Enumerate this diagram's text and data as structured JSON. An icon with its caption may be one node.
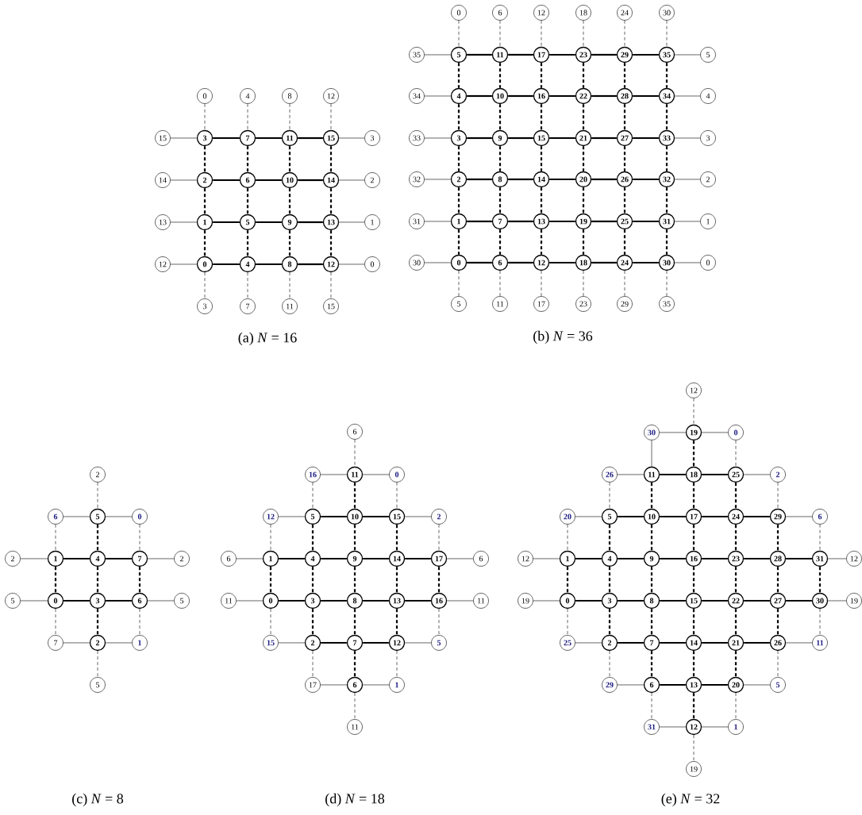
{
  "diagram": {
    "nodes": [
      {
        "text": [
          "0"
        ]
      },
      {
        "text": [
          "4"
        ]
      },
      {
        "text": [
          "8"
        ]
      },
      {
        "text": [
          "12"
        ]
      },
      {
        "text": [
          "15"
        ]
      },
      {
        "text": [
          "3"
        ]
      },
      {
        "text": [
          "7"
        ]
      },
      {
        "text": [
          "11"
        ]
      },
      {
        "text": [
          "15"
        ]
      },
      {
        "text": [
          "3"
        ]
      },
      {
        "text": [
          "14"
        ]
      },
      {
        "text": [
          "2"
        ]
      },
      {
        "text": [
          "6"
        ]
      },
      {
        "text": [
          "10"
        ]
      },
      {
        "text": [
          "14"
        ]
      },
      {
        "text": [
          "2"
        ]
      },
      {
        "text": [
          "13"
        ]
      },
      {
        "text": [
          "1"
        ]
      },
      {
        "text": [
          "5"
        ]
      },
      {
        "text": [
          "9"
        ]
      },
      {
        "text": [
          "13"
        ]
      },
      {
        "text": [
          "1"
        ]
      },
      {
        "text": [
          "12"
        ]
      },
      {
        "text": [
          "0"
        ]
      },
      {
        "text": [
          "4"
        ]
      },
      {
        "text": [
          "8"
        ]
      },
      {
        "text": [
          "12"
        ]
      },
      {
        "text": [
          "0"
        ]
      },
      {
        "text": [
          "3"
        ]
      },
      {
        "text": [
          "7"
        ]
      },
      {
        "text": [
          "11"
        ]
      },
      {
        "text": [
          "15"
        ]
      },
      {
        "text": [
          "0"
        ]
      },
      {
        "text": [
          "6"
        ]
      },
      {
        "text": [
          "12"
        ]
      },
      {
        "text": [
          "18"
        ]
      },
      {
        "text": [
          "24"
        ]
      },
      {
        "text": [
          "30"
        ]
      },
      {
        "text": [
          "35"
        ]
      },
      {
        "text": [
          "5"
        ]
      },
      {
        "text": [
          "11"
        ]
      },
      {
        "text": [
          "17"
        ]
      },
      {
        "text": [
          "23"
        ]
      },
      {
        "text": [
          "29"
        ]
      },
      {
        "text": [
          "35"
        ]
      },
      {
        "text": [
          "5"
        ]
      },
      {
        "text": [
          "34"
        ]
      },
      {
        "text": [
          "4"
        ]
      },
      {
        "text": [
          "10"
        ]
      },
      {
        "text": [
          "16"
        ]
      },
      {
        "text": [
          "22"
        ]
      },
      {
        "text": [
          "28"
        ]
      },
      {
        "text": [
          "34"
        ]
      },
      {
        "text": [
          "4"
        ]
      },
      {
        "text": [
          "33"
        ]
      },
      {
        "text": [
          "3"
        ]
      },
      {
        "text": [
          "9"
        ]
      },
      {
        "text": [
          "15"
        ]
      },
      {
        "text": [
          "21"
        ]
      },
      {
        "text": [
          "27"
        ]
      },
      {
        "text": [
          "33"
        ]
      },
      {
        "text": [
          "3"
        ]
      },
      {
        "text": [
          "32"
        ]
      },
      {
        "text": [
          "2"
        ]
      },
      {
        "text": [
          "8"
        ]
      },
      {
        "text": [
          "14"
        ]
      },
      {
        "text": [
          "20"
        ]
      },
      {
        "text": [
          "26"
        ]
      },
      {
        "text": [
          "32"
        ]
      },
      {
        "text": [
          "2"
        ]
      },
      {
        "text": [
          "31"
        ]
      },
      {
        "text": [
          "1"
        ]
      },
      {
        "text": [
          "7"
        ]
      },
      {
        "text": [
          "13"
        ]
      },
      {
        "text": [
          "19"
        ]
      },
      {
        "text": [
          "25"
        ]
      },
      {
        "text": [
          "31"
        ]
      },
      {
        "text": [
          "1"
        ]
      },
      {
        "text": [
          "30"
        ]
      },
      {
        "text": [
          "0"
        ]
      },
      {
        "text": [
          "6"
        ]
      },
      {
        "text": [
          "12"
        ]
      },
      {
        "text": [
          "18"
        ]
      },
      {
        "text": [
          "24"
        ]
      },
      {
        "text": [
          "30"
        ]
      },
      {
        "text": [
          "0"
        ]
      },
      {
        "text": [
          "5"
        ]
      },
      {
        "text": [
          "11"
        ]
      },
      {
        "text": [
          "17"
        ]
      },
      {
        "text": [
          "23"
        ]
      },
      {
        "text": [
          "29"
        ]
      },
      {
        "text": [
          "35"
        ]
      },
      {
        "text": [
          "2"
        ]
      },
      {
        "text": [
          "6"
        ]
      },
      {
        "text": [
          "5"
        ]
      },
      {
        "text": [
          "0"
        ]
      },
      {
        "text": [
          "2"
        ]
      },
      {
        "text": [
          "1"
        ]
      },
      {
        "text": [
          "4"
        ]
      },
      {
        "text": [
          "7"
        ]
      },
      {
        "text": [
          "2"
        ]
      },
      {
        "text": [
          "5"
        ]
      },
      {
        "text": [
          "0"
        ]
      },
      {
        "text": [
          "3"
        ]
      },
      {
        "text": [
          "6"
        ]
      },
      {
        "text": [
          "5"
        ]
      },
      {
        "text": [
          "7"
        ]
      },
      {
        "text": [
          "2"
        ]
      },
      {
        "text": [
          "1"
        ]
      },
      {
        "text": [
          "5"
        ]
      },
      {
        "text": [
          "6"
        ]
      },
      {
        "text": [
          "16"
        ]
      },
      {
        "text": [
          "11"
        ]
      },
      {
        "text": [
          "0"
        ]
      },
      {
        "text": [
          "12"
        ]
      },
      {
        "text": [
          "5"
        ]
      },
      {
        "text": [
          "10"
        ]
      },
      {
        "text": [
          "15"
        ]
      },
      {
        "text": [
          "2"
        ]
      },
      {
        "text": [
          "6"
        ]
      },
      {
        "text": [
          "1"
        ]
      },
      {
        "text": [
          "4"
        ]
      },
      {
        "text": [
          "9"
        ]
      },
      {
        "text": [
          "14"
        ]
      },
      {
        "text": [
          "17"
        ]
      },
      {
        "text": [
          "6"
        ]
      },
      {
        "text": [
          "11"
        ]
      },
      {
        "text": [
          "0"
        ]
      },
      {
        "text": [
          "3"
        ]
      },
      {
        "text": [
          "8"
        ]
      },
      {
        "text": [
          "13"
        ]
      },
      {
        "text": [
          "16"
        ]
      },
      {
        "text": [
          "11"
        ]
      },
      {
        "text": [
          "15"
        ]
      },
      {
        "text": [
          "2"
        ]
      },
      {
        "text": [
          "7"
        ]
      },
      {
        "text": [
          "12"
        ]
      },
      {
        "text": [
          "5"
        ]
      },
      {
        "text": [
          "17"
        ]
      },
      {
        "text": [
          "6"
        ]
      },
      {
        "text": [
          "1"
        ]
      },
      {
        "text": [
          "11"
        ]
      },
      {
        "text": [
          "12"
        ]
      },
      {
        "text": [
          "30"
        ]
      },
      {
        "text": [
          "19"
        ]
      },
      {
        "text": [
          "0"
        ]
      },
      {
        "text": [
          "26"
        ]
      },
      {
        "text": [
          "11"
        ]
      },
      {
        "text": [
          "18"
        ]
      },
      {
        "text": [
          "25"
        ]
      },
      {
        "text": [
          "2"
        ]
      },
      {
        "text": [
          "20"
        ]
      },
      {
        "text": [
          "5"
        ]
      },
      {
        "text": [
          "10"
        ]
      },
      {
        "text": [
          "17"
        ]
      },
      {
        "text": [
          "24"
        ]
      },
      {
        "text": [
          "29"
        ]
      },
      {
        "text": [
          "6"
        ]
      },
      {
        "text": [
          "12"
        ]
      },
      {
        "text": [
          "1"
        ]
      },
      {
        "text": [
          "4"
        ]
      },
      {
        "text": [
          "9"
        ]
      },
      {
        "text": [
          "16"
        ]
      },
      {
        "text": [
          "23"
        ]
      },
      {
        "text": [
          "28"
        ]
      },
      {
        "text": [
          "31"
        ]
      },
      {
        "text": [
          "12"
        ]
      },
      {
        "text": [
          "19"
        ]
      },
      {
        "text": [
          "0"
        ]
      },
      {
        "text": [
          "3"
        ]
      },
      {
        "text": [
          "8"
        ]
      },
      {
        "text": [
          "15"
        ]
      },
      {
        "text": [
          "22"
        ]
      },
      {
        "text": [
          "27"
        ]
      },
      {
        "text": [
          "30"
        ]
      },
      {
        "text": [
          "19"
        ]
      },
      {
        "text": [
          "25"
        ]
      },
      {
        "text": [
          "2"
        ]
      },
      {
        "text": [
          "7"
        ]
      },
      {
        "text": [
          "14"
        ]
      },
      {
        "text": [
          "21"
        ]
      },
      {
        "text": [
          "26"
        ]
      },
      {
        "text": [
          "11"
        ]
      },
      {
        "text": [
          "29"
        ]
      },
      {
        "text": [
          "6"
        ]
      },
      {
        "text": [
          "13"
        ]
      },
      {
        "text": [
          "20"
        ]
      },
      {
        "text": [
          "5"
        ]
      },
      {
        "text": [
          "31"
        ]
      },
      {
        "text": [
          "12"
        ]
      },
      {
        "text": [
          "1"
        ]
      },
      {
        "text": [
          "19"
        ]
      }
    ],
    "edges": [
      {
        "from": 4,
        "to": 5,
        "arrow": "none"
      },
      {
        "from": 5,
        "to": 6,
        "arrow": "none"
      },
      {
        "from": 6,
        "to": 7,
        "arrow": "none"
      },
      {
        "from": 7,
        "to": 8,
        "arrow": "none"
      },
      {
        "from": 8,
        "to": 9,
        "arrow": "none"
      },
      {
        "from": 10,
        "to": 11,
        "arrow": "none"
      },
      {
        "from": 11,
        "to": 12,
        "arrow": "none"
      },
      {
        "from": 12,
        "to": 13,
        "arrow": "none"
      },
      {
        "from": 13,
        "to": 14,
        "arrow": "none"
      },
      {
        "from": 14,
        "to": 15,
        "arrow": "none"
      },
      {
        "from": 16,
        "to": 17,
        "arrow": "none"
      },
      {
        "from": 17,
        "to": 18,
        "arrow": "none"
      },
      {
        "from": 18,
        "to": 19,
        "arrow": "none"
      },
      {
        "from": 19,
        "to": 20,
        "arrow": "none"
      },
      {
        "from": 20,
        "to": 21,
        "arrow": "none"
      },
      {
        "from": 22,
        "to": 23,
        "arrow": "none"
      },
      {
        "from": 23,
        "to": 24,
        "arrow": "none"
      },
      {
        "from": 24,
        "to": 25,
        "arrow": "none"
      },
      {
        "from": 25,
        "to": 26,
        "arrow": "none"
      },
      {
        "from": 26,
        "to": 27,
        "arrow": "none"
      },
      {
        "from": 0,
        "to": 5,
        "arrow": "none",
        "style": "dashed"
      },
      {
        "from": 1,
        "to": 6,
        "arrow": "none",
        "style": "dashed"
      },
      {
        "from": 2,
        "to": 7,
        "arrow": "none",
        "style": "dashed"
      },
      {
        "from": 3,
        "to": 8,
        "arrow": "none",
        "style": "dashed"
      },
      {
        "from": 5,
        "to": 11,
        "arrow": "none",
        "style": "dashed"
      },
      {
        "from": 6,
        "to": 12,
        "arrow": "none",
        "style": "dashed"
      },
      {
        "from": 7,
        "to": 13,
        "arrow": "none",
        "style": "dashed"
      },
      {
        "from": 8,
        "to": 14,
        "arrow": "none",
        "style": "dashed"
      },
      {
        "from": 11,
        "to": 17,
        "arrow": "none",
        "style": "dashed"
      },
      {
        "from": 12,
        "to": 18,
        "arrow": "none",
        "style": "dashed"
      },
      {
        "from": 13,
        "to": 19,
        "arrow": "none",
        "style": "dashed"
      },
      {
        "from": 14,
        "to": 20,
        "arrow": "none",
        "style": "dashed"
      },
      {
        "from": 17,
        "to": 23,
        "arrow": "none",
        "style": "dashed"
      },
      {
        "from": 18,
        "to": 24,
        "arrow": "none",
        "style": "dashed"
      },
      {
        "from": 19,
        "to": 25,
        "arrow": "none",
        "style": "dashed"
      },
      {
        "from": 20,
        "to": 26,
        "arrow": "none",
        "style": "dashed"
      },
      {
        "from": 23,
        "to": 28,
        "arrow": "none",
        "style": "dashed"
      },
      {
        "from": 24,
        "to": 29,
        "arrow": "none",
        "style": "dashed"
      },
      {
        "from": 25,
        "to": 30,
        "arrow": "none",
        "style": "dashed"
      },
      {
        "from": 26,
        "to": 31,
        "arrow": "none",
        "style": "dashed"
      },
      {
        "from": 38,
        "to": 39,
        "arrow": "none"
      },
      {
        "from": 39,
        "to": 40,
        "arrow": "none"
      },
      {
        "from": 40,
        "to": 41,
        "arrow": "none"
      },
      {
        "from": 41,
        "to": 42,
        "arrow": "none"
      },
      {
        "from": 42,
        "to": 43,
        "arrow": "none"
      },
      {
        "from": 43,
        "to": 44,
        "arrow": "none"
      },
      {
        "from": 44,
        "to": 45,
        "arrow": "none"
      },
      {
        "from": 46,
        "to": 47,
        "arrow": "none"
      },
      {
        "from": 47,
        "to": 48,
        "arrow": "none"
      },
      {
        "from": 48,
        "to": 49,
        "arrow": "none"
      },
      {
        "from": 49,
        "to": 50,
        "arrow": "none"
      },
      {
        "from": 50,
        "to": 51,
        "arrow": "none"
      },
      {
        "from": 51,
        "to": 52,
        "arrow": "none"
      },
      {
        "from": 52,
        "to": 53,
        "arrow": "none"
      },
      {
        "from": 54,
        "to": 55,
        "arrow": "none"
      },
      {
        "from": 55,
        "to": 56,
        "arrow": "none"
      },
      {
        "from": 56,
        "to": 57,
        "arrow": "none"
      },
      {
        "from": 57,
        "to": 58,
        "arrow": "none"
      },
      {
        "from": 58,
        "to": 59,
        "arrow": "none"
      },
      {
        "from": 59,
        "to": 60,
        "arrow": "none"
      },
      {
        "from": 60,
        "to": 61,
        "arrow": "none"
      },
      {
        "from": 62,
        "to": 63,
        "arrow": "none"
      },
      {
        "from": 63,
        "to": 64,
        "arrow": "none"
      },
      {
        "from": 64,
        "to": 65,
        "arrow": "none"
      },
      {
        "from": 65,
        "to": 66,
        "arrow": "none"
      },
      {
        "from": 66,
        "to": 67,
        "arrow": "none"
      },
      {
        "from": 67,
        "to": 68,
        "arrow": "none"
      },
      {
        "from": 68,
        "to": 69,
        "arrow": "none"
      },
      {
        "from": 70,
        "to": 71,
        "arrow": "none"
      },
      {
        "from": 71,
        "to": 72,
        "arrow": "none"
      },
      {
        "from": 72,
        "to": 73,
        "arrow": "none"
      },
      {
        "from": 73,
        "to": 74,
        "arrow": "none"
      },
      {
        "from": 74,
        "to": 75,
        "arrow": "none"
      },
      {
        "from": 75,
        "to": 76,
        "arrow": "none"
      },
      {
        "from": 76,
        "to": 77,
        "arrow": "none"
      },
      {
        "from": 78,
        "to": 79,
        "arrow": "none"
      },
      {
        "from": 79,
        "to": 80,
        "arrow": "none"
      },
      {
        "from": 80,
        "to": 81,
        "arrow": "none"
      },
      {
        "from": 81,
        "to": 82,
        "arrow": "none"
      },
      {
        "from": 82,
        "to": 83,
        "arrow": "none"
      },
      {
        "from": 83,
        "to": 84,
        "arrow": "none"
      },
      {
        "from": 84,
        "to": 85,
        "arrow": "none"
      },
      {
        "from": 32,
        "to": 39,
        "arrow": "none",
        "style": "dashed"
      },
      {
        "from": 33,
        "to": 40,
        "arrow": "none",
        "style": "dashed"
      },
      {
        "from": 34,
        "to": 41,
        "arrow": "none",
        "style": "dashed"
      },
      {
        "from": 35,
        "to": 42,
        "arrow": "none",
        "style": "dashed"
      },
      {
        "from": 36,
        "to": 43,
        "arrow": "none",
        "style": "dashed"
      },
      {
        "from": 37,
        "to": 44,
        "arrow": "none",
        "style": "dashed"
      },
      {
        "from": 39,
        "to": 47,
        "arrow": "none",
        "style": "dashed"
      },
      {
        "from": 40,
        "to": 48,
        "arrow": "none",
        "style": "dashed"
      },
      {
        "from": 41,
        "to": 49,
        "arrow": "none",
        "style": "dashed"
      },
      {
        "from": 42,
        "to": 50,
        "arrow": "none",
        "style": "dashed"
      },
      {
        "from": 43,
        "to": 51,
        "arrow": "none",
        "style": "dashed"
      },
      {
        "from": 44,
        "to": 52,
        "arrow": "none",
        "style": "dashed"
      },
      {
        "from": 47,
        "to": 55,
        "arrow": "none",
        "style": "dashed"
      },
      {
        "from": 48,
        "to": 56,
        "arrow": "none",
        "style": "dashed"
      },
      {
        "from": 49,
        "to": 57,
        "arrow": "none",
        "style": "dashed"
      },
      {
        "from": 50,
        "to": 58,
        "arrow": "none",
        "style": "dashed"
      },
      {
        "from": 51,
        "to": 59,
        "arrow": "none",
        "style": "dashed"
      },
      {
        "from": 52,
        "to": 60,
        "arrow": "none",
        "style": "dashed"
      },
      {
        "from": 55,
        "to": 63,
        "arrow": "none",
        "style": "dashed"
      },
      {
        "from": 56,
        "to": 64,
        "arrow": "none",
        "style": "dashed"
      },
      {
        "from": 57,
        "to": 65,
        "arrow": "none",
        "style": "dashed"
      },
      {
        "from": 58,
        "to": 66,
        "arrow": "none",
        "style": "dashed"
      },
      {
        "from": 59,
        "to": 67,
        "arrow": "none",
        "style": "dashed"
      },
      {
        "from": 60,
        "to": 68,
        "arrow": "none",
        "style": "dashed"
      },
      {
        "from": 63,
        "to": 71,
        "arrow": "none",
        "style": "dashed"
      },
      {
        "from": 64,
        "to": 72,
        "arrow": "none",
        "style": "dashed"
      },
      {
        "from": 65,
        "to": 73,
        "arrow": "none",
        "style": "dashed"
      },
      {
        "from": 66,
        "to": 74,
        "arrow": "none",
        "style": "dashed"
      },
      {
        "from": 67,
        "to": 75,
        "arrow": "none",
        "style": "dashed"
      },
      {
        "from": 68,
        "to": 76,
        "arrow": "none",
        "style": "dashed"
      },
      {
        "from": 71,
        "to": 79,
        "arrow": "none",
        "style": "dashed"
      },
      {
        "from": 72,
        "to": 80,
        "arrow": "none",
        "style": "dashed"
      },
      {
        "from": 73,
        "to": 81,
        "arrow": "none",
        "style": "dashed"
      },
      {
        "from": 74,
        "to": 82,
        "arrow": "none",
        "style": "dashed"
      },
      {
        "from": 75,
        "to": 83,
        "arrow": "none",
        "style": "dashed"
      },
      {
        "from": 76,
        "to": 84,
        "arrow": "none",
        "style": "dashed"
      },
      {
        "from": 79,
        "to": 86,
        "arrow": "none",
        "style": "dashed"
      },
      {
        "from": 80,
        "to": 87,
        "arrow": "none",
        "style": "dashed"
      },
      {
        "from": 81,
        "to": 88,
        "arrow": "none",
        "style": "dashed"
      },
      {
        "from": 82,
        "to": 89,
        "arrow": "none",
        "style": "dashed"
      },
      {
        "from": 83,
        "to": 90,
        "arrow": "none",
        "style": "dashed"
      },
      {
        "from": 84,
        "to": 91,
        "arrow": "none",
        "style": "dashed"
      },
      {
        "from": 92,
        "to": 94,
        "arrow": "none",
        "style": "dashed"
      },
      {
        "from": 93,
        "to": 94,
        "arrow": "none"
      },
      {
        "from": 94,
        "to": 95,
        "arrow": "none"
      },
      {
        "from": 93,
        "to": 97,
        "arrow": "none",
        "style": "dashed"
      },
      {
        "from": 94,
        "to": 98,
        "arrow": "none",
        "style": "dashed"
      },
      {
        "from": 95,
        "to": 99,
        "arrow": "none",
        "style": "dashed"
      },
      {
        "from": 96,
        "to": 97,
        "arrow": "none"
      },
      {
        "from": 97,
        "to": 98,
        "arrow": "none"
      },
      {
        "from": 98,
        "to": 99,
        "arrow": "none"
      },
      {
        "from": 99,
        "to": 100,
        "arrow": "none"
      },
      {
        "from": 97,
        "to": 102,
        "arrow": "none",
        "style": "dashed"
      },
      {
        "from": 98,
        "to": 103,
        "arrow": "none",
        "style": "dashed"
      },
      {
        "from": 99,
        "to": 104,
        "arrow": "none",
        "style": "dashed"
      },
      {
        "from": 101,
        "to": 102,
        "arrow": "none"
      },
      {
        "from": 102,
        "to": 103,
        "arrow": "none"
      },
      {
        "from": 103,
        "to": 104,
        "arrow": "none"
      },
      {
        "from": 104,
        "to": 105,
        "arrow": "none"
      },
      {
        "from": 102,
        "to": 106,
        "arrow": "none",
        "style": "dashed"
      },
      {
        "from": 103,
        "to": 107,
        "arrow": "none",
        "style": "dashed"
      },
      {
        "from": 104,
        "to": 108,
        "arrow": "none",
        "style": "dashed"
      },
      {
        "from": 106,
        "to": 107,
        "arrow": "none"
      },
      {
        "from": 107,
        "to": 108,
        "arrow": "none"
      },
      {
        "from": 107,
        "to": 109,
        "arrow": "none",
        "style": "dashed"
      },
      {
        "from": 110,
        "to": 112,
        "arrow": "none",
        "style": "dashed"
      },
      {
        "from": 111,
        "to": 112,
        "arrow": "none"
      },
      {
        "from": 112,
        "to": 113,
        "arrow": "none"
      },
      {
        "from": 111,
        "to": 115,
        "arrow": "none",
        "style": "dashed"
      },
      {
        "from": 112,
        "to": 116,
        "arrow": "none",
        "style": "dashed"
      },
      {
        "from": 113,
        "to": 117,
        "arrow": "none",
        "style": "dashed"
      },
      {
        "from": 114,
        "to": 115,
        "arrow": "none"
      },
      {
        "from": 115,
        "to": 116,
        "arrow": "none"
      },
      {
        "from": 116,
        "to": 117,
        "arrow": "none"
      },
      {
        "from": 117,
        "to": 118,
        "arrow": "none"
      },
      {
        "from": 114,
        "to": 120,
        "arrow": "none",
        "style": "dashed"
      },
      {
        "from": 115,
        "to": 121,
        "arrow": "none",
        "style": "dashed"
      },
      {
        "from": 116,
        "to": 122,
        "arrow": "none",
        "style": "dashed"
      },
      {
        "from": 117,
        "to": 123,
        "arrow": "none",
        "style": "dashed"
      },
      {
        "from": 118,
        "to": 124,
        "arrow": "none",
        "style": "dashed"
      },
      {
        "from": 119,
        "to": 120,
        "arrow": "none"
      },
      {
        "from": 120,
        "to": 121,
        "arrow": "none"
      },
      {
        "from": 121,
        "to": 122,
        "arrow": "none"
      },
      {
        "from": 122,
        "to": 123,
        "arrow": "none"
      },
      {
        "from": 123,
        "to": 124,
        "arrow": "none"
      },
      {
        "from": 124,
        "to": 125,
        "arrow": "none"
      },
      {
        "from": 120,
        "to": 127,
        "arrow": "none",
        "style": "dashed"
      },
      {
        "from": 121,
        "to": 128,
        "arrow": "none",
        "style": "dashed"
      },
      {
        "from": 122,
        "to": 129,
        "arrow": "none",
        "style": "dashed"
      },
      {
        "from": 123,
        "to": 130,
        "arrow": "none",
        "style": "dashed"
      },
      {
        "from": 124,
        "to": 131,
        "arrow": "none",
        "style": "dashed"
      },
      {
        "from": 126,
        "to": 127,
        "arrow": "none"
      },
      {
        "from": 127,
        "to": 128,
        "arrow": "none"
      },
      {
        "from": 128,
        "to": 129,
        "arrow": "none"
      },
      {
        "from": 129,
        "to": 130,
        "arrow": "none"
      },
      {
        "from": 130,
        "to": 131,
        "arrow": "none"
      },
      {
        "from": 131,
        "to": 132,
        "arrow": "none"
      },
      {
        "from": 127,
        "to": 133,
        "arrow": "none",
        "style": "dashed"
      },
      {
        "from": 128,
        "to": 134,
        "arrow": "none",
        "style": "dashed"
      },
      {
        "from": 129,
        "to": 135,
        "arrow": "none",
        "style": "dashed"
      },
      {
        "from": 130,
        "to": 136,
        "arrow": "none",
        "style": "dashed"
      },
      {
        "from": 131,
        "to": 137,
        "arrow": "none",
        "style": "dashed"
      },
      {
        "from": 133,
        "to": 134,
        "arrow": "none"
      },
      {
        "from": 134,
        "to": 135,
        "arrow": "none"
      },
      {
        "from": 135,
        "to": 136,
        "arrow": "none"
      },
      {
        "from": 136,
        "to": 137,
        "arrow": "none"
      },
      {
        "from": 134,
        "to": 138,
        "arrow": "none",
        "style": "dashed"
      },
      {
        "from": 135,
        "to": 139,
        "arrow": "none",
        "style": "dashed"
      },
      {
        "from": 136,
        "to": 140,
        "arrow": "none",
        "style": "dashed"
      },
      {
        "from": 138,
        "to": 139,
        "arrow": "none"
      },
      {
        "from": 139,
        "to": 140,
        "arrow": "none"
      },
      {
        "from": 139,
        "to": 141,
        "arrow": "none",
        "style": "dashed"
      },
      {
        "from": 142,
        "to": 144,
        "arrow": "none",
        "style": "dashed"
      },
      {
        "from": 143,
        "to": 144,
        "arrow": "none"
      },
      {
        "from": 144,
        "to": 145,
        "arrow": "none"
      },
      {
        "from": 143,
        "to": 147,
        "arrow": "none"
      },
      {
        "from": 144,
        "to": 148,
        "arrow": "none",
        "style": "dashed"
      },
      {
        "from": 145,
        "to": 149,
        "arrow": "none",
        "style": "dashed"
      },
      {
        "from": 146,
        "to": 147,
        "arrow": "none"
      },
      {
        "from": 147,
        "to": 148,
        "arrow": "none"
      },
      {
        "from": 148,
        "to": 149,
        "arrow": "none"
      },
      {
        "from": 149,
        "to": 150,
        "arrow": "none"
      },
      {
        "from": 146,
        "to": 152,
        "arrow": "none",
        "style": "dashed"
      },
      {
        "from": 147,
        "to": 153,
        "arrow": "none",
        "style": "dashed"
      },
      {
        "from": 148,
        "to": 154,
        "arrow": "none",
        "style": "dashed"
      },
      {
        "from": 149,
        "to": 155,
        "arrow": "none",
        "style": "dashed"
      },
      {
        "from": 150,
        "to": 156,
        "arrow": "none",
        "style": "dashed"
      },
      {
        "from": 151,
        "to": 152,
        "arrow": "none"
      },
      {
        "from": 152,
        "to": 153,
        "arrow": "none"
      },
      {
        "from": 153,
        "to": 154,
        "arrow": "none"
      },
      {
        "from": 154,
        "to": 155,
        "arrow": "none"
      },
      {
        "from": 155,
        "to": 156,
        "arrow": "none"
      },
      {
        "from": 156,
        "to": 157,
        "arrow": "none"
      },
      {
        "from": 151,
        "to": 159,
        "arrow": "none",
        "style": "dashed"
      },
      {
        "from": 152,
        "to": 160,
        "arrow": "none",
        "style": "dashed"
      },
      {
        "from": 153,
        "to": 161,
        "arrow": "none",
        "style": "dashed"
      },
      {
        "from": 154,
        "to": 162,
        "arrow": "none",
        "style": "dashed"
      },
      {
        "from": 155,
        "to": 163,
        "arrow": "none",
        "style": "dashed"
      },
      {
        "from": 156,
        "to": 164,
        "arrow": "none",
        "style": "dashed"
      },
      {
        "from": 157,
        "to": 165,
        "arrow": "none",
        "style": "dashed"
      },
      {
        "from": 158,
        "to": 159,
        "arrow": "none"
      },
      {
        "from": 159,
        "to": 160,
        "arrow": "none"
      },
      {
        "from": 160,
        "to": 161,
        "arrow": "none"
      },
      {
        "from": 161,
        "to": 162,
        "arrow": "none"
      },
      {
        "from": 162,
        "to": 163,
        "arrow": "none"
      },
      {
        "from": 163,
        "to": 164,
        "arrow": "none"
      },
      {
        "from": 164,
        "to": 165,
        "arrow": "none"
      },
      {
        "from": 165,
        "to": 166,
        "arrow": "none"
      },
      {
        "from": 159,
        "to": 168,
        "arrow": "none",
        "style": "dashed"
      },
      {
        "from": 160,
        "to": 169,
        "arrow": "none",
        "style": "dashed"
      },
      {
        "from": 161,
        "to": 170,
        "arrow": "none",
        "style": "dashed"
      },
      {
        "from": 162,
        "to": 171,
        "arrow": "none",
        "style": "dashed"
      },
      {
        "from": 163,
        "to": 172,
        "arrow": "none",
        "style": "dashed"
      },
      {
        "from": 164,
        "to": 173,
        "arrow": "none",
        "style": "dashed"
      },
      {
        "from": 165,
        "to": 174,
        "arrow": "none",
        "style": "dashed"
      },
      {
        "from": 167,
        "to": 168,
        "arrow": "none"
      },
      {
        "from": 168,
        "to": 169,
        "arrow": "none"
      },
      {
        "from": 169,
        "to": 170,
        "arrow": "none"
      },
      {
        "from": 170,
        "to": 171,
        "arrow": "none"
      },
      {
        "from": 171,
        "to": 172,
        "arrow": "none"
      },
      {
        "from": 172,
        "to": 173,
        "arrow": "none"
      },
      {
        "from": 173,
        "to": 174,
        "arrow": "none"
      },
      {
        "from": 174,
        "to": 175,
        "arrow": "none"
      },
      {
        "from": 168,
        "to": 176,
        "arrow": "none",
        "style": "dashed"
      },
      {
        "from": 169,
        "to": 177,
        "arrow": "none",
        "style": "dashed"
      },
      {
        "from": 170,
        "to": 178,
        "arrow": "none",
        "style": "dashed"
      },
      {
        "from": 171,
        "to": 179,
        "arrow": "none",
        "style": "dashed"
      },
      {
        "from": 172,
        "to": 180,
        "arrow": "none",
        "style": "dashed"
      },
      {
        "from": 173,
        "to": 181,
        "arrow": "none",
        "style": "dashed"
      },
      {
        "from": 174,
        "to": 182,
        "arrow": "none",
        "style": "dashed"
      },
      {
        "from": 176,
        "to": 177,
        "arrow": "none"
      },
      {
        "from": 177,
        "to": 178,
        "arrow": "none"
      },
      {
        "from": 178,
        "to": 179,
        "arrow": "none"
      },
      {
        "from": 179,
        "to": 180,
        "arrow": "none"
      },
      {
        "from": 180,
        "to": 181,
        "arrow": "none"
      },
      {
        "from": 181,
        "to": 182,
        "arrow": "none"
      },
      {
        "from": 177,
        "to": 183,
        "arrow": "none",
        "style": "dashed"
      },
      {
        "from": 178,
        "to": 184,
        "arrow": "none",
        "style": "dashed"
      },
      {
        "from": 179,
        "to": 185,
        "arrow": "none",
        "style": "dashed"
      },
      {
        "from": 180,
        "to": 186,
        "arrow": "none",
        "style": "dashed"
      },
      {
        "from": 181,
        "to": 187,
        "arrow": "none",
        "style": "dashed"
      },
      {
        "from": 183,
        "to": 184,
        "arrow": "none"
      },
      {
        "from": 184,
        "to": 185,
        "arrow": "none"
      },
      {
        "from": 185,
        "to": 186,
        "arrow": "none"
      },
      {
        "from": 186,
        "to": 187,
        "arrow": "none"
      },
      {
        "from": 184,
        "to": 188,
        "arrow": "none",
        "style": "dashed"
      },
      {
        "from": 185,
        "to": 189,
        "arrow": "none",
        "style": "dashed"
      },
      {
        "from": 186,
        "to": 190,
        "arrow": "none",
        "style": "dashed"
      },
      {
        "from": 188,
        "to": 189,
        "arrow": "none"
      },
      {
        "from": 189,
        "to": 190,
        "arrow": "none"
      },
      {
        "from": 189,
        "to": 191,
        "arrow": "none",
        "style": "dashed"
      }
    ],
    "labels": [
      "(a) *N* = 16",
      "(b) *N* = 36",
      "(c) *N* = 8",
      "(d) *N* = 18",
      "(e) *N* = 32"
    ]
  }
}
